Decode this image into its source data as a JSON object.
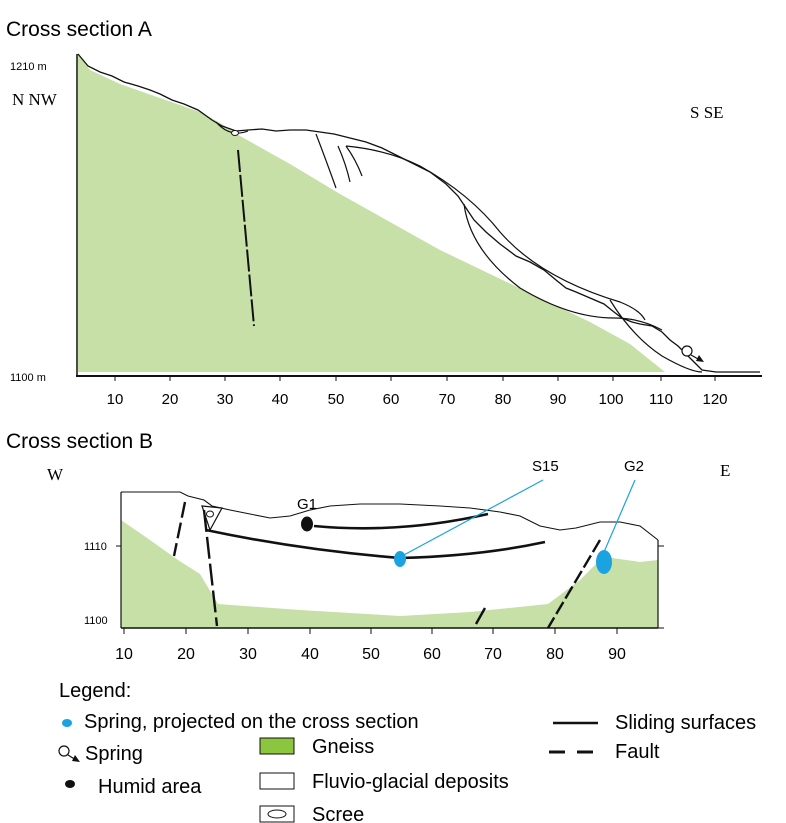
{
  "section_a": {
    "title": "Cross section A",
    "y_top_label": "1210 m",
    "y_bottom_label": "1100 m",
    "left_direction": "N NW",
    "right_direction": "S SE",
    "x_ticks": [
      "10",
      "20",
      "30",
      "40",
      "50",
      "60",
      "70",
      "80",
      "90",
      "100",
      "110",
      "120"
    ]
  },
  "section_b": {
    "title": "Cross section B",
    "left_direction": "W",
    "right_direction": "E",
    "y_ticks": [
      "1110",
      "1100"
    ],
    "x_ticks": [
      "10",
      "20",
      "30",
      "40",
      "50",
      "60",
      "70",
      "80",
      "90"
    ],
    "labels": {
      "g1": "G1",
      "s15": "S15",
      "g2": "G2"
    }
  },
  "legend": {
    "heading": "Legend:",
    "spring_projected": "Spring, projected on the cross section",
    "spring": "Spring",
    "humid_area": "Humid area",
    "gneiss": "Gneiss",
    "fluvio_glacial": "Fluvio-glacial deposits",
    "scree": "Scree",
    "sliding_surfaces": "Sliding surfaces",
    "fault": "Fault"
  },
  "colors": {
    "gneiss": "#c6e0a8",
    "gneiss_legend": "#8cc63f",
    "spring_projected": "#1aa3e0",
    "line": "#111111"
  }
}
